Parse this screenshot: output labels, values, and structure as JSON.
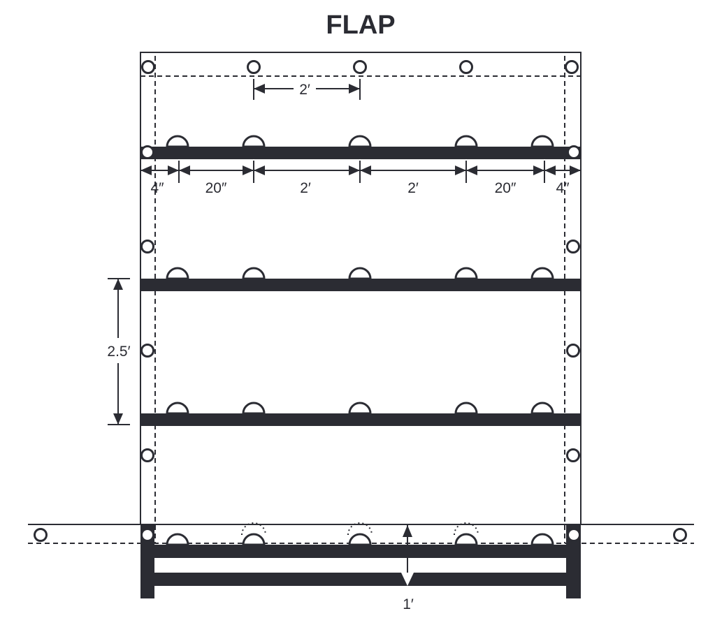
{
  "title": "FLAP",
  "dimensions": {
    "top_spacing": "2′",
    "row": [
      "4″",
      "20″",
      "2′",
      "2′",
      "20″",
      "4″"
    ],
    "vertical_spacing": "2.5′",
    "bottom_height": "1′"
  },
  "colors": {
    "ink": "#2b2c33",
    "background": "#ffffff"
  }
}
